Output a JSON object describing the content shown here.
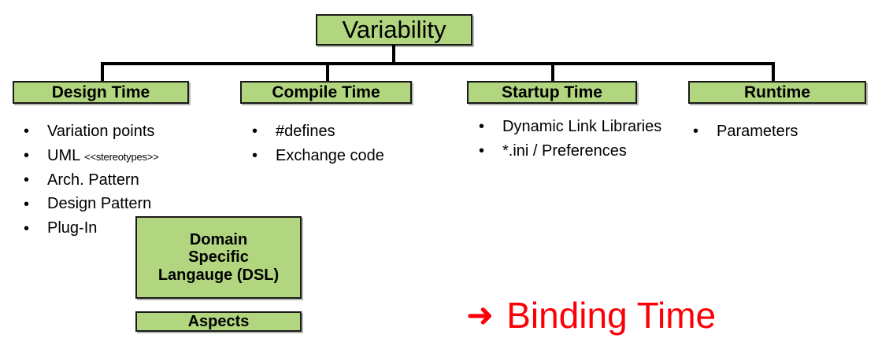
{
  "diagram": {
    "root": {
      "label": "Variability"
    },
    "lanes": [
      {
        "label": "Design Time",
        "items": [
          {
            "text": "Variation points"
          },
          {
            "text": "UML ",
            "small": "<<stereotypes>>"
          },
          {
            "text": "Arch. Pattern"
          },
          {
            "text": "Design Pattern"
          },
          {
            "text": "Plug-In"
          }
        ]
      },
      {
        "label": "Compile Time",
        "items": [
          {
            "text": "#defines"
          },
          {
            "text": "Exchange code"
          }
        ]
      },
      {
        "label": "Startup Time",
        "items": [
          {
            "text": "Dynamic Link Libraries"
          },
          {
            "text": "*.ini / Preferences"
          }
        ]
      },
      {
        "label": "Runtime",
        "items": [
          {
            "text": "Parameters"
          }
        ]
      }
    ],
    "extra_boxes": [
      {
        "label": "Domain\nSpecific\nLangauge (DSL)"
      },
      {
        "label": "Aspects"
      }
    ],
    "callout": {
      "arrow": "➜",
      "label": "Binding Time"
    },
    "bullet_glyph": "•",
    "colors": {
      "box_fill": "#b2d680",
      "box_border": "#1a1a1a",
      "connector": "#000000",
      "callout_text": "#fb0007",
      "background": "#ffffff",
      "text": "#000000"
    }
  }
}
